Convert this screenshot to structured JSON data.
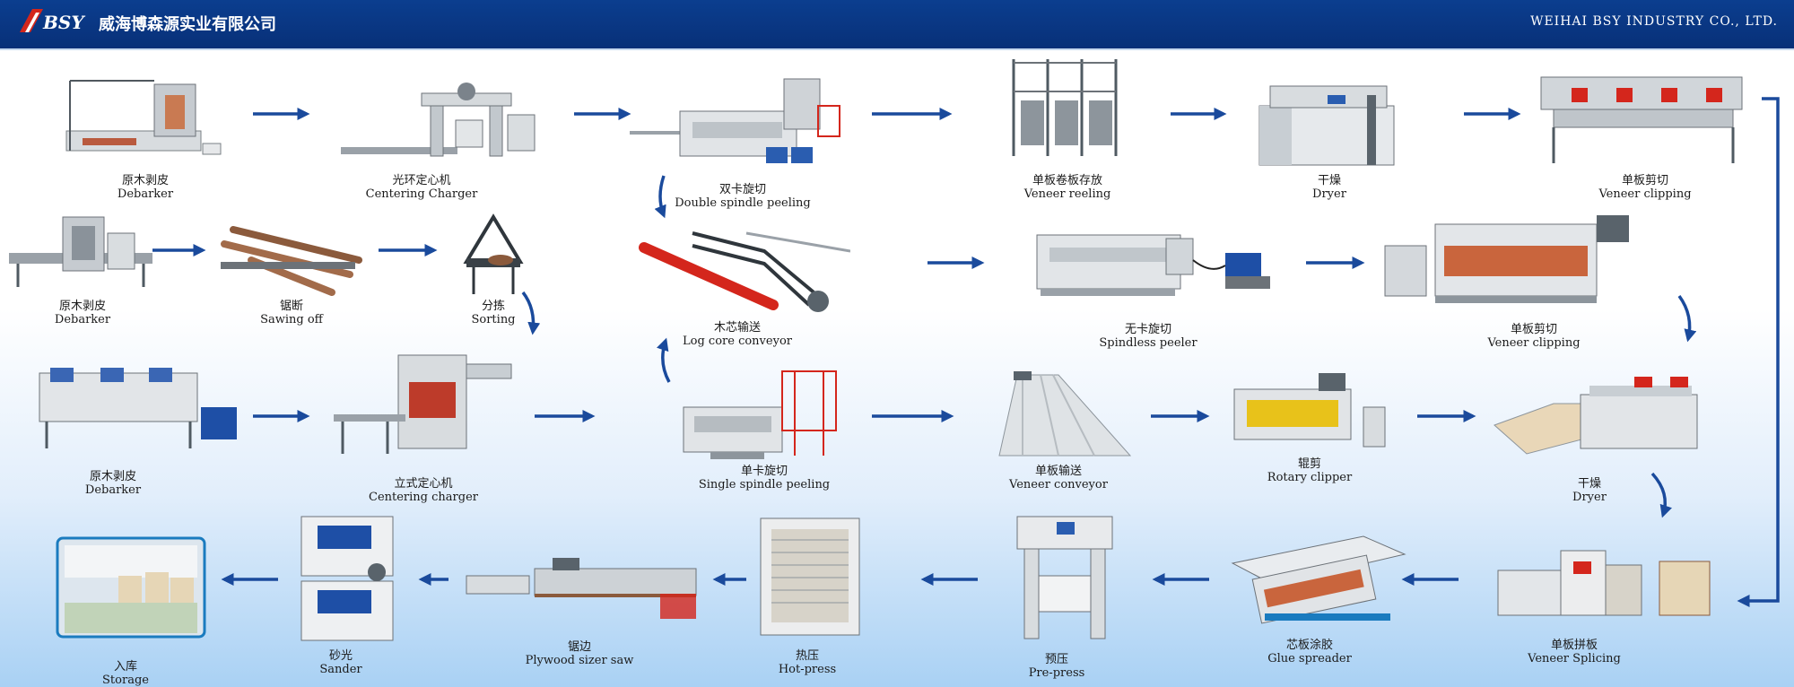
{
  "header": {
    "logo_text": "BSY",
    "company_cn": "威海博森源实业有限公司",
    "company_en": "WEIHAI BSY INDUSTRY CO., LTD."
  },
  "colors": {
    "header_blue": "#0b3e8f",
    "arrow_blue": "#1a4a9c",
    "accent_red": "#d4261c",
    "background_light_blue": "#a9d1f4"
  },
  "steps": {
    "debarker_1": {
      "cn": "原木剥皮",
      "en": "Debarker"
    },
    "centering_charger": {
      "cn": "光环定心机",
      "en": "Centering Charger"
    },
    "double_spindle_peeling": {
      "cn": "双卡旋切",
      "en": "Double spindle peeling"
    },
    "veneer_reeling": {
      "cn": "单板卷板存放",
      "en": "Veneer reeling"
    },
    "dryer_1": {
      "cn": "干燥",
      "en": "Dryer"
    },
    "veneer_clipping_1": {
      "cn": "单板剪切",
      "en": "Veneer clipping"
    },
    "debarker_2": {
      "cn": "原木剥皮",
      "en": "Debarker"
    },
    "sawing_off": {
      "cn": "锯断",
      "en": "Sawing off"
    },
    "sorting": {
      "cn": "分拣",
      "en": "Sorting"
    },
    "log_core_conveyor": {
      "cn": "木芯输送",
      "en": "Log core conveyor"
    },
    "spindless_peeler": {
      "cn": "无卡旋切",
      "en": "Spindless peeler"
    },
    "veneer_clipping_2": {
      "cn": "单板剪切",
      "en": "Veneer clipping"
    },
    "debarker_3": {
      "cn": "原木剥皮",
      "en": "Debarker"
    },
    "vertical_centering_charger": {
      "cn": "立式定心机",
      "en": "Centering charger"
    },
    "single_spindle_peeling": {
      "cn": "单卡旋切",
      "en": "Single  spindle peeling"
    },
    "veneer_conveyor": {
      "cn": "单板输送",
      "en": "Veneer conveyor"
    },
    "rotary_clipper": {
      "cn": "辊剪",
      "en": "Rotary clipper"
    },
    "dryer_2": {
      "cn": "干燥",
      "en": "Dryer"
    },
    "storage": {
      "cn": "入库",
      "en": "Storage"
    },
    "sander": {
      "cn": "砂光",
      "en": "Sander"
    },
    "plywood_sizer_saw": {
      "cn": "锯边",
      "en": "Plywood sizer saw"
    },
    "hot_press": {
      "cn": "热压",
      "en": "Hot-press"
    },
    "pre_press": {
      "cn": "预压",
      "en": "Pre-press"
    },
    "glue_spreader": {
      "cn": "芯板涂胶",
      "en": "Glue spreader"
    },
    "veneer_splicing": {
      "cn": "单板拼板",
      "en": "Veneer Splicing"
    }
  }
}
